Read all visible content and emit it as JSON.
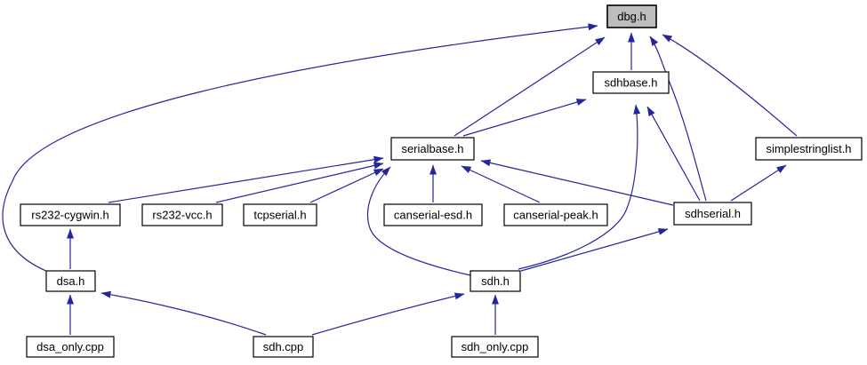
{
  "diagram": {
    "kind": "include-dependency-graph",
    "root_file": "dbg.h",
    "nodes": [
      {
        "id": "dbg",
        "label": "dbg.h",
        "highlighted": true
      },
      {
        "id": "sdhbase",
        "label": "sdhbase.h",
        "highlighted": false
      },
      {
        "id": "serialbase",
        "label": "serialbase.h",
        "highlighted": false
      },
      {
        "id": "simplestringlist",
        "label": "simplestringlist.h",
        "highlighted": false
      },
      {
        "id": "rs232cygwin",
        "label": "rs232-cygwin.h",
        "highlighted": false
      },
      {
        "id": "rs232vcc",
        "label": "rs232-vcc.h",
        "highlighted": false
      },
      {
        "id": "tcpserial",
        "label": "tcpserial.h",
        "highlighted": false
      },
      {
        "id": "canserialesd",
        "label": "canserial-esd.h",
        "highlighted": false
      },
      {
        "id": "canserialpeak",
        "label": "canserial-peak.h",
        "highlighted": false
      },
      {
        "id": "sdhserial",
        "label": "sdhserial.h",
        "highlighted": false
      },
      {
        "id": "dsa",
        "label": "dsa.h",
        "highlighted": false
      },
      {
        "id": "sdh",
        "label": "sdh.h",
        "highlighted": false
      },
      {
        "id": "dsaonly",
        "label": "dsa_only.cpp",
        "highlighted": false
      },
      {
        "id": "sdhcpp",
        "label": "sdh.cpp",
        "highlighted": false
      },
      {
        "id": "sdhonly",
        "label": "sdh_only.cpp",
        "highlighted": false
      }
    ],
    "edges": [
      {
        "from": "dsa",
        "to": "dbg"
      },
      {
        "from": "serialbase",
        "to": "dbg"
      },
      {
        "from": "sdhbase",
        "to": "dbg"
      },
      {
        "from": "sdhserial",
        "to": "dbg"
      },
      {
        "from": "simplestringlist",
        "to": "dbg"
      },
      {
        "from": "serialbase",
        "to": "sdhbase"
      },
      {
        "from": "sdh",
        "to": "sdhbase"
      },
      {
        "from": "sdhserial",
        "to": "sdhbase"
      },
      {
        "from": "rs232cygwin",
        "to": "serialbase"
      },
      {
        "from": "rs232vcc",
        "to": "serialbase"
      },
      {
        "from": "tcpserial",
        "to": "serialbase"
      },
      {
        "from": "canserialesd",
        "to": "serialbase"
      },
      {
        "from": "canserialpeak",
        "to": "serialbase"
      },
      {
        "from": "sdhserial",
        "to": "serialbase"
      },
      {
        "from": "sdh",
        "to": "serialbase"
      },
      {
        "from": "sdhserial",
        "to": "simplestringlist"
      },
      {
        "from": "sdh",
        "to": "sdhserial"
      },
      {
        "from": "dsa",
        "to": "rs232cygwin"
      },
      {
        "from": "dsaonly",
        "to": "dsa"
      },
      {
        "from": "sdhcpp",
        "to": "dsa"
      },
      {
        "from": "sdhcpp",
        "to": "sdh"
      },
      {
        "from": "sdhonly",
        "to": "sdh"
      }
    ],
    "colors": {
      "edge": "#26269B",
      "node_fill": "#ffffff",
      "node_border": "#000000",
      "root_fill": "#bdbdbd",
      "background": "#ffffff"
    }
  }
}
